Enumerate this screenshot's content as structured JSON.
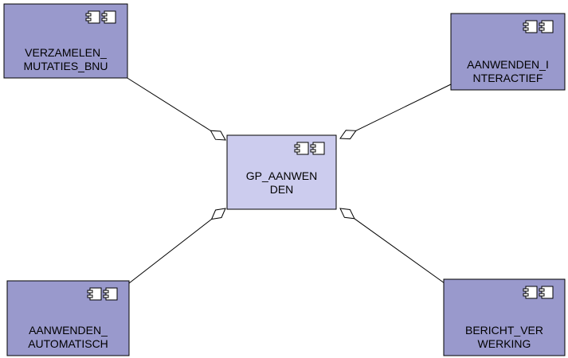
{
  "diagram": {
    "type": "component-diagram",
    "colors": {
      "outer_fill": "#9999cc",
      "center_fill": "#ccccee",
      "stroke": "#000000",
      "icon_fill": "#ffffff"
    },
    "icon": "component-icon",
    "center": {
      "id": "gp-aanwenden",
      "label_lines": [
        "GP_AANWEN",
        "DEN"
      ]
    },
    "nodes": [
      {
        "id": "verzamelen-mutaties-bnu",
        "label_lines": [
          "VERZAMELEN_",
          "MUTATIES_BNU"
        ]
      },
      {
        "id": "aanwenden-interactief",
        "label_lines": [
          "AANWENDEN_I",
          "NTERACTIEF"
        ]
      },
      {
        "id": "aanwenden-automatisch",
        "label_lines": [
          "AANWENDEN_",
          "AUTOMATISCH"
        ]
      },
      {
        "id": "bericht-verwerking",
        "label_lines": [
          "BERICHT_VER",
          "WERKING"
        ]
      }
    ],
    "edges": [
      {
        "from": "verzamelen-mutaties-bnu",
        "to": "gp-aanwenden"
      },
      {
        "from": "aanwenden-interactief",
        "to": "gp-aanwenden"
      },
      {
        "from": "aanwenden-automatisch",
        "to": "gp-aanwenden"
      },
      {
        "from": "bericht-verwerking",
        "to": "gp-aanwenden"
      }
    ]
  }
}
